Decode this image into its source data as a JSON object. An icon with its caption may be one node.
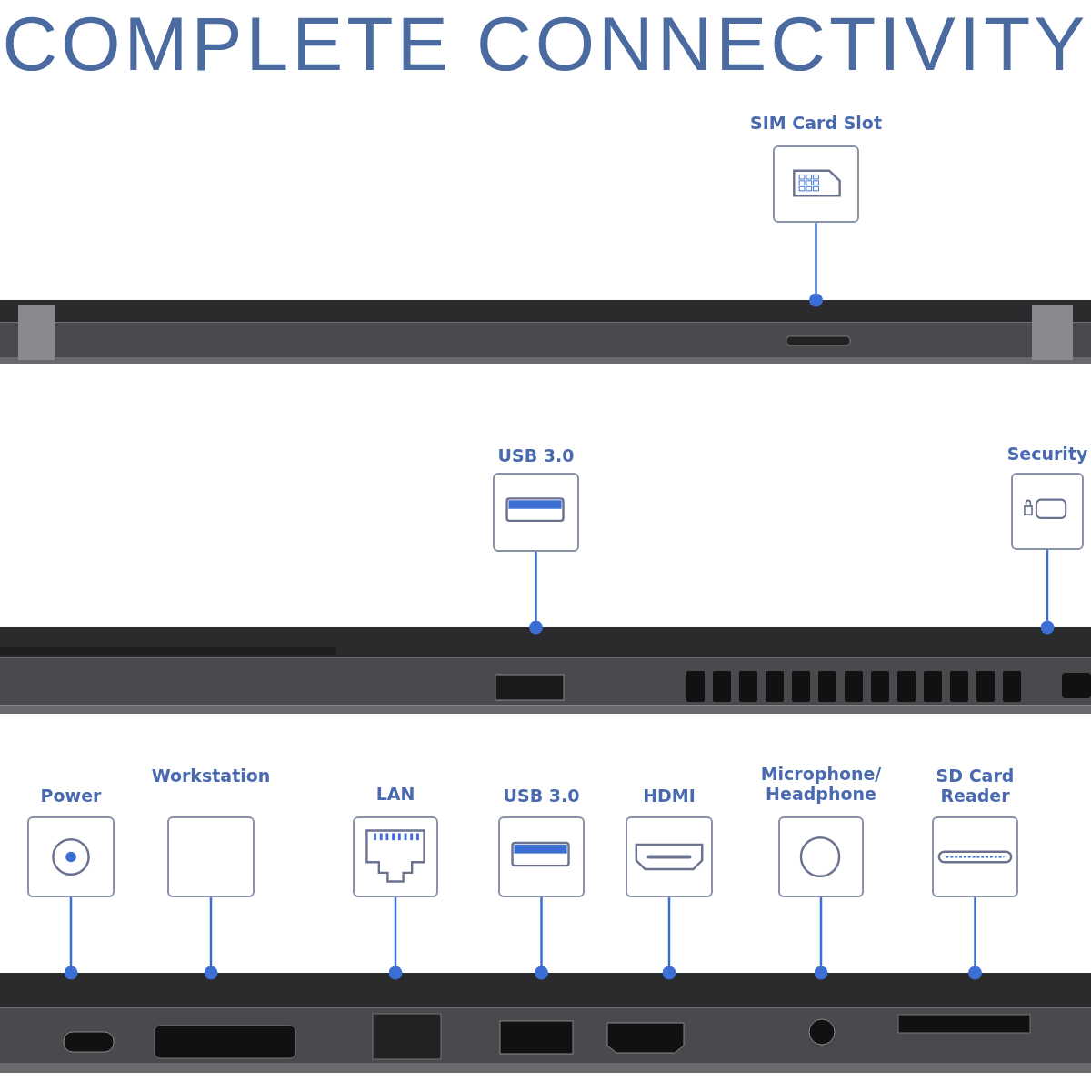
{
  "diagram": {
    "title": "COMPLETE CONNECTIVITY",
    "nodes": [
      {
        "text": [
          "SIM Card Slot"
        ]
      },
      {
        "text": [],
        "shape": "picture"
      },
      {
        "text": [
          "USB 3.0"
        ]
      },
      {
        "text": [
          "Security"
        ]
      },
      {
        "text": [],
        "shape": "picture"
      },
      {
        "text": [
          "Power"
        ]
      },
      {
        "text": [
          "Workstation"
        ]
      },
      {
        "text": [
          "LAN"
        ]
      },
      {
        "text": [
          "USB 3.0"
        ]
      },
      {
        "text": [
          "HDMI"
        ]
      },
      {
        "text": [
          "Microphone/ Headphone"
        ]
      },
      {
        "text": [
          "SD Card Reader"
        ]
      },
      {
        "text": [],
        "shape": "picture"
      }
    ],
    "edges": [
      {
        "from": 0,
        "to": 1,
        "arrow": "other"
      },
      {
        "from": 2,
        "to": 4,
        "arrow": "other"
      },
      {
        "from": 3,
        "to": 4,
        "arrow": "other"
      },
      {
        "from": 5,
        "to": 12,
        "arrow": "other"
      },
      {
        "from": 6,
        "to": 12,
        "arrow": "other"
      },
      {
        "from": 7,
        "to": 12,
        "arrow": "other"
      },
      {
        "from": 8,
        "to": 12,
        "arrow": "other"
      },
      {
        "from": 9,
        "to": 12,
        "arrow": "other"
      },
      {
        "from": 10,
        "to": 12,
        "arrow": "other"
      },
      {
        "from": 11,
        "to": 12,
        "arrow": "other"
      }
    ]
  }
}
